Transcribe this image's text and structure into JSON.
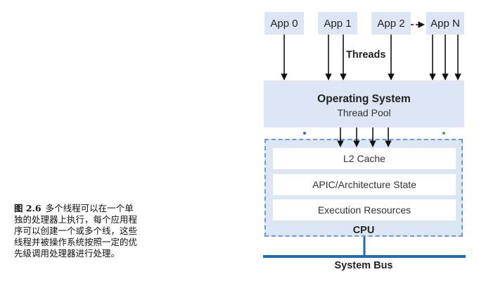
{
  "caption": {
    "figure_label": "图 2.6",
    "text": "多个线程可以在一个单独的处理器上执行，每个应用程序可以创建一个或多个线，这些线程并被操作系统按照一定的优先级调用处理器进行处理。"
  },
  "diagram": {
    "apps": [
      "App 0",
      "App 1",
      "App 2",
      "App N"
    ],
    "threads_label": "Threads",
    "os": {
      "title": "Operating System",
      "subtitle": "Thread Pool"
    },
    "cpu": {
      "components": [
        "L2 Cache",
        "APIC/Architecture State",
        "Execution Resources"
      ],
      "label": "CPU"
    },
    "bus_label": "System Bus",
    "colors": {
      "box_fill": "#dce6f4",
      "cpu_border": "#6c9ad3",
      "bus": "#1f6db5",
      "arrow": "#111111"
    }
  }
}
